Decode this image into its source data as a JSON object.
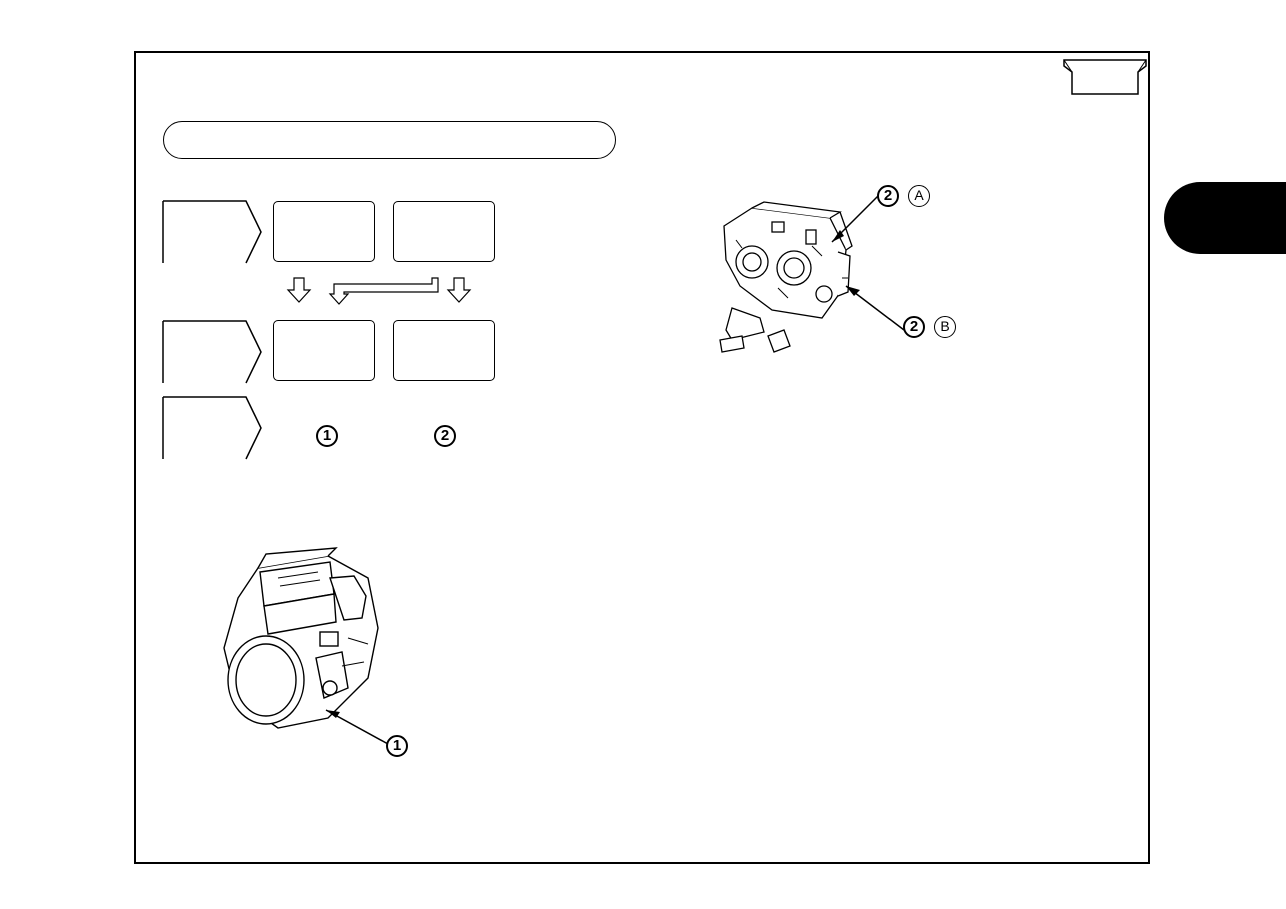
{
  "header": {
    "title": ""
  },
  "side_tab": {
    "label": ""
  },
  "flow": {
    "row_labels": [
      "",
      "",
      ""
    ],
    "callouts": [
      "1",
      "2"
    ]
  },
  "figures": {
    "carburetor": {
      "callouts": [
        {
          "number": "2",
          "letter": "A"
        },
        {
          "number": "2",
          "letter": "B"
        }
      ]
    },
    "engine": {
      "callout": "1"
    }
  }
}
